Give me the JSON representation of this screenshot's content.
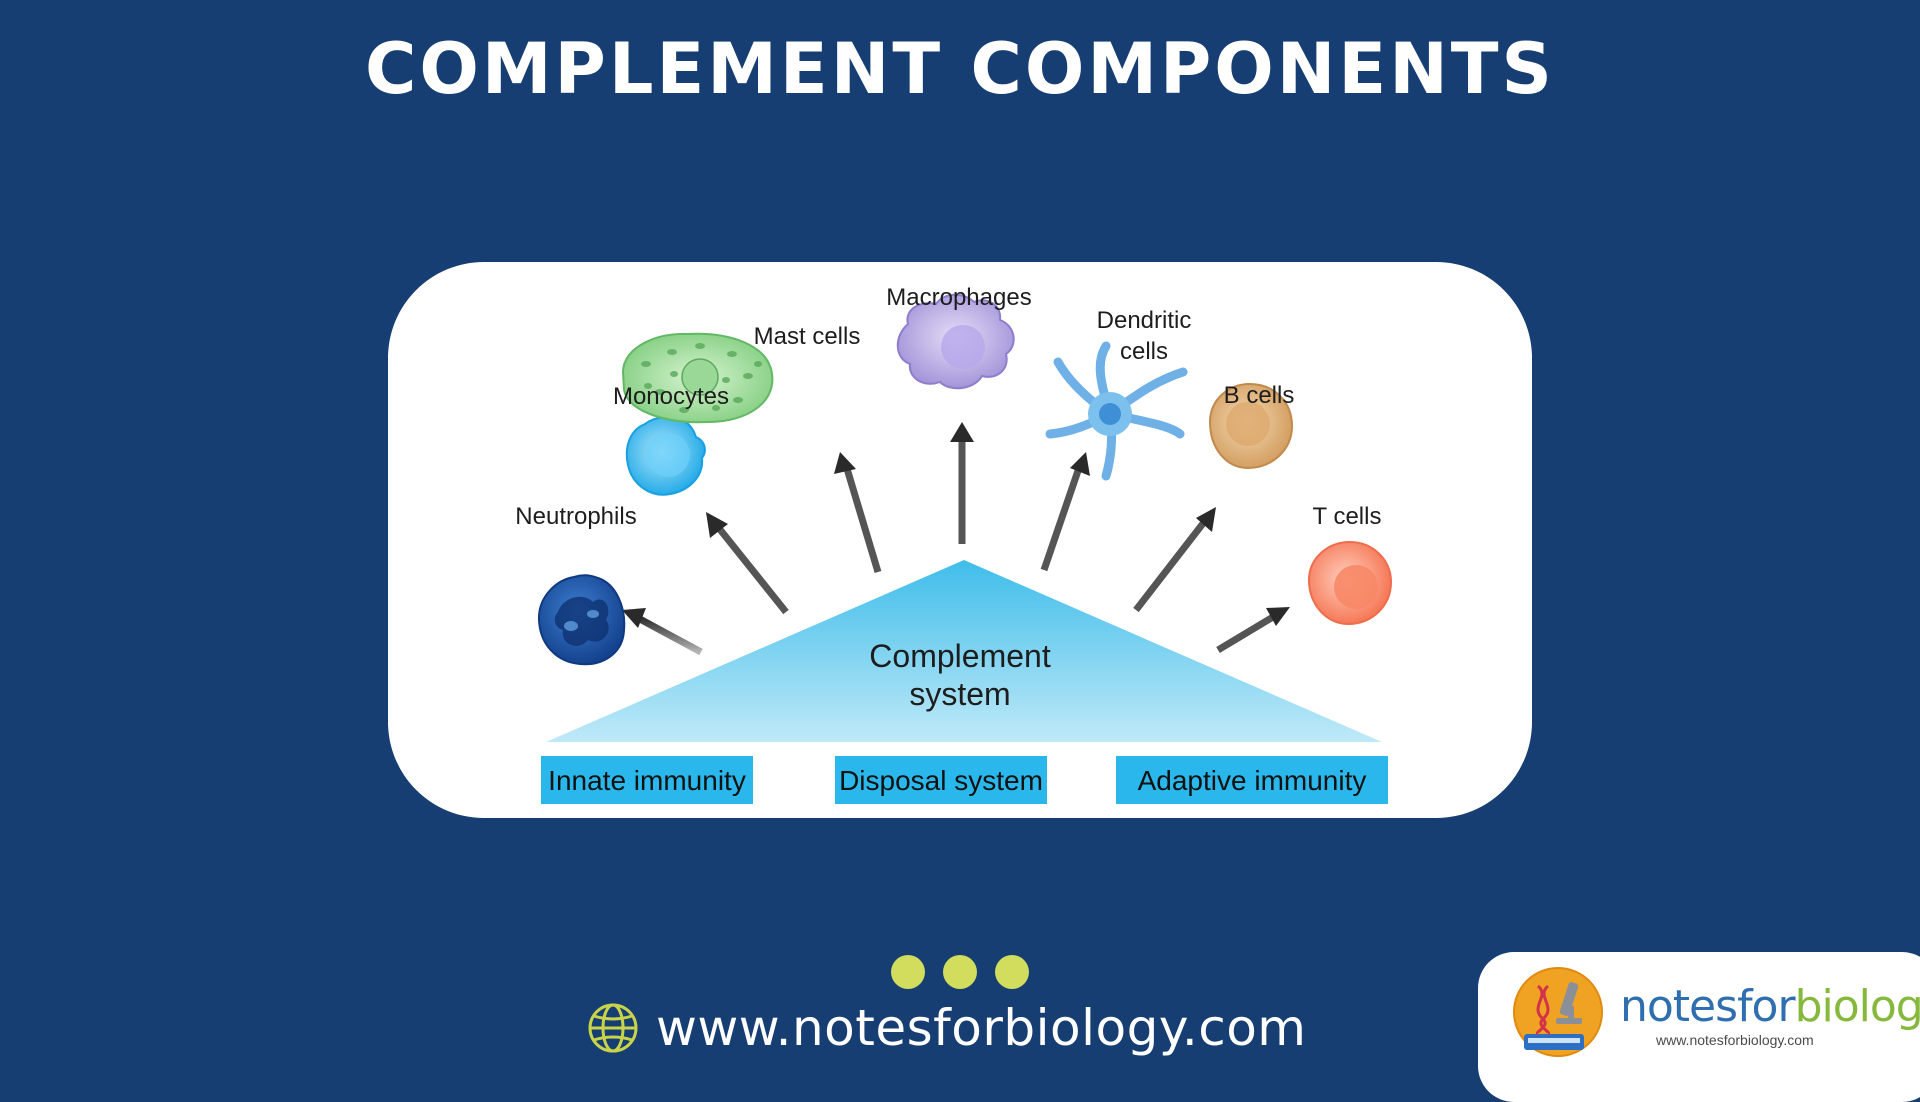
{
  "title": "COMPLEMENT COMPONENTS",
  "diagram": {
    "center_label_line1": "Complement",
    "center_label_line2": "system",
    "cells": {
      "neutrophils": "Neutrophils",
      "monocytes": "Monocytes",
      "mast_cells": "Mast cells",
      "macrophages": "Macrophages",
      "dendritic_line1": "Dendritic",
      "dendritic_line2": "cells",
      "b_cells": "B cells",
      "t_cells": "T cells"
    },
    "boxes": {
      "innate": "Innate immunity",
      "disposal": "Disposal system",
      "adaptive": "Adaptive immunity"
    }
  },
  "footer": {
    "url": "www.notesforbiology.com"
  },
  "logo": {
    "notes": "notes",
    "for": "for",
    "biology": "biology",
    "url": "www.notesforbiology.com"
  },
  "colors": {
    "background": "#173e72",
    "triangle": "#5cc8ee",
    "box": "#2ab8ec",
    "dots": "#d2dc5d"
  },
  "icons": {
    "globe": "globe-icon",
    "logo": "microscope-dna-book-icon"
  }
}
